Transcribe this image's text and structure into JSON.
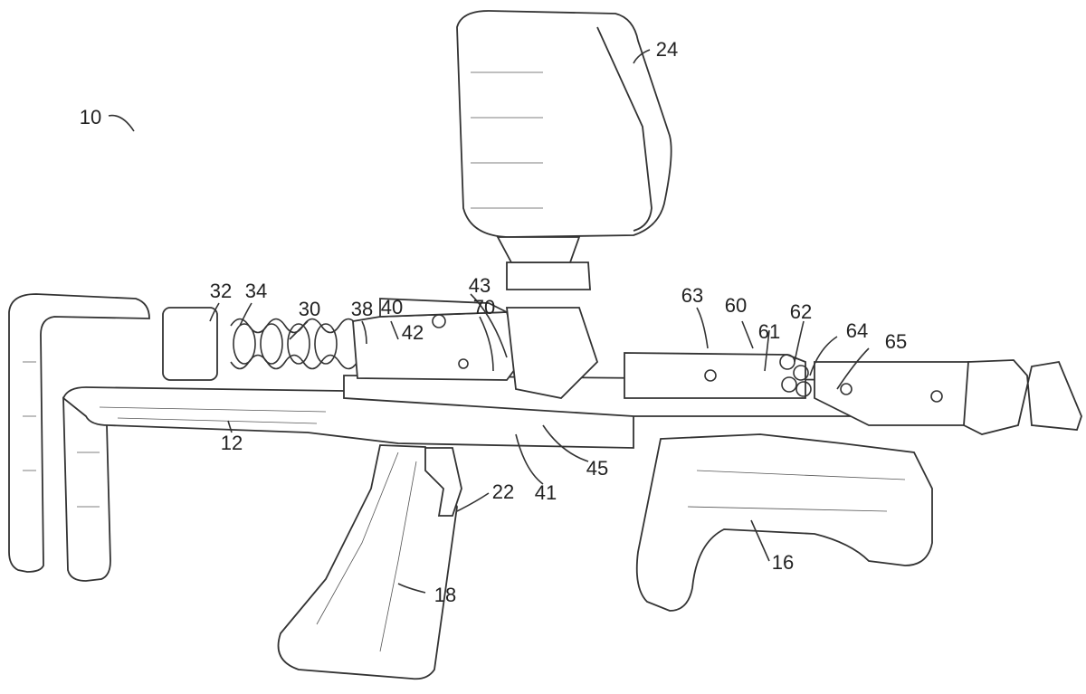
{
  "figure": {
    "reference_numerals": {
      "device": "10",
      "hopper": "24",
      "n43": "43",
      "n70": "70",
      "n40": "40",
      "n42": "42",
      "n38": "38",
      "n30": "30",
      "n34": "34",
      "n32": "32",
      "n63": "63",
      "n60": "60",
      "n61": "61",
      "n62": "62",
      "n64": "64",
      "n65": "65",
      "stock": "12",
      "trigger": "22",
      "n41": "41",
      "n45": "45",
      "grip": "18",
      "foregrip": "16"
    }
  }
}
